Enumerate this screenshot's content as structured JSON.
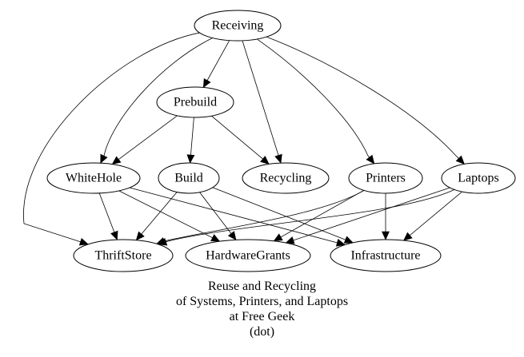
{
  "graph": {
    "nodes": [
      {
        "id": "Receiving",
        "label": "Receiving"
      },
      {
        "id": "Prebuild",
        "label": "Prebuild"
      },
      {
        "id": "WhiteHole",
        "label": "WhiteHole"
      },
      {
        "id": "Build",
        "label": "Build"
      },
      {
        "id": "Recycling",
        "label": "Recycling"
      },
      {
        "id": "Printers",
        "label": "Printers"
      },
      {
        "id": "Laptops",
        "label": "Laptops"
      },
      {
        "id": "ThriftStore",
        "label": "ThriftStore"
      },
      {
        "id": "HardwareGrants",
        "label": "HardwareGrants"
      },
      {
        "id": "Infrastructure",
        "label": "Infrastructure"
      }
    ],
    "edges": [
      {
        "from": "Receiving",
        "to": "ThriftStore"
      },
      {
        "from": "Receiving",
        "to": "WhiteHole"
      },
      {
        "from": "Receiving",
        "to": "Prebuild"
      },
      {
        "from": "Receiving",
        "to": "Recycling"
      },
      {
        "from": "Receiving",
        "to": "Printers"
      },
      {
        "from": "Receiving",
        "to": "Laptops"
      },
      {
        "from": "Prebuild",
        "to": "WhiteHole"
      },
      {
        "from": "Prebuild",
        "to": "Build"
      },
      {
        "from": "Prebuild",
        "to": "Recycling"
      },
      {
        "from": "WhiteHole",
        "to": "ThriftStore"
      },
      {
        "from": "WhiteHole",
        "to": "HardwareGrants"
      },
      {
        "from": "WhiteHole",
        "to": "Infrastructure"
      },
      {
        "from": "Build",
        "to": "ThriftStore"
      },
      {
        "from": "Build",
        "to": "HardwareGrants"
      },
      {
        "from": "Build",
        "to": "Infrastructure"
      },
      {
        "from": "Printers",
        "to": "ThriftStore"
      },
      {
        "from": "Printers",
        "to": "HardwareGrants"
      },
      {
        "from": "Printers",
        "to": "Infrastructure"
      },
      {
        "from": "Laptops",
        "to": "ThriftStore"
      },
      {
        "from": "Laptops",
        "to": "HardwareGrants"
      },
      {
        "from": "Laptops",
        "to": "Infrastructure"
      }
    ]
  },
  "caption": {
    "lines": [
      "Reuse and Recycling",
      "of Systems, Printers, and Laptops",
      "at Free Geek",
      "(dot)"
    ]
  }
}
